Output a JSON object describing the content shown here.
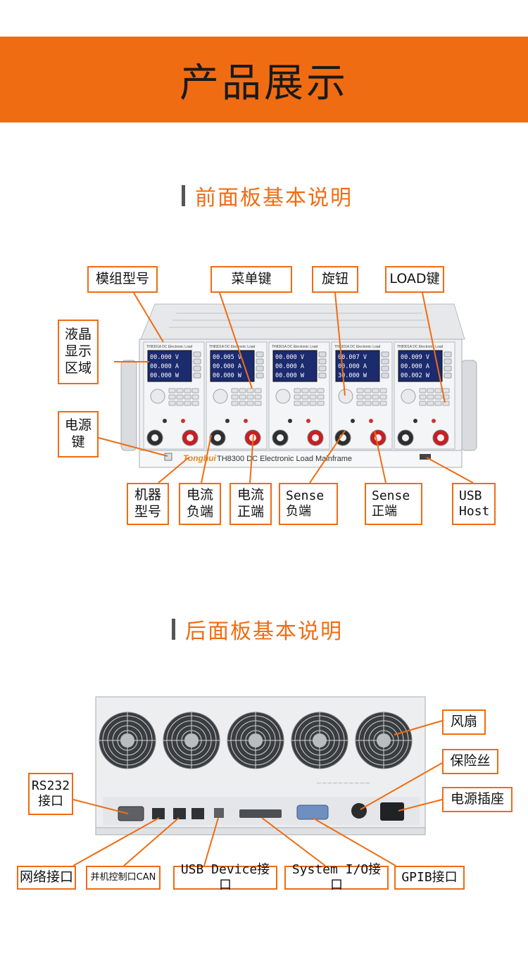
{
  "banner": {
    "title": "产品展示"
  },
  "front": {
    "section_title": "前面板基本说明",
    "brand": "Tonghui",
    "mainframe_label": "TH8300 DC Electronic Load Mainframe",
    "module_label": "TH8301A DC Electronic Load",
    "modules": [
      {
        "readings": [
          "00.000 V",
          "00.000 A",
          "00.000 W"
        ]
      },
      {
        "readings": [
          "00.005 V",
          "00.000 A",
          "00.000 W"
        ]
      },
      {
        "readings": [
          "00.000 V",
          "00.000 A",
          "00.000 W"
        ]
      },
      {
        "readings": [
          "00.007 V",
          "00.000 A",
          "30.000 W"
        ]
      },
      {
        "readings": [
          "00.009 V",
          "00.000 A",
          "00.002 W"
        ]
      }
    ],
    "callouts": {
      "module_model": "模组型号",
      "menu_key": "菜单键",
      "knob": "旋钮",
      "load_key": "LOAD键",
      "lcd_area": "液晶\n显示\n区域",
      "power_key": "电源\n键",
      "machine_model": "机器\n型号",
      "current_neg": "电流\n负端",
      "current_pos": "电流\n正端",
      "sense_neg": "Sense\n负端",
      "sense_pos": "Sense\n正端",
      "usb_host": "USB\nHost"
    }
  },
  "rear": {
    "section_title": "后面板基本说明",
    "callouts": {
      "fan": "风扇",
      "fuse": "保险丝",
      "power_socket": "电源插座",
      "rs232": "RS232\n接口",
      "network": "网络接口",
      "parallel_can": "并机控制口CAN",
      "usb_device": "USB Device接口",
      "system_io": "System I/O接口",
      "gpib": "GPIB接口"
    }
  },
  "colors": {
    "accent": "#f06c12",
    "banner_text": "#1a1a1a",
    "bar": "#555555"
  }
}
